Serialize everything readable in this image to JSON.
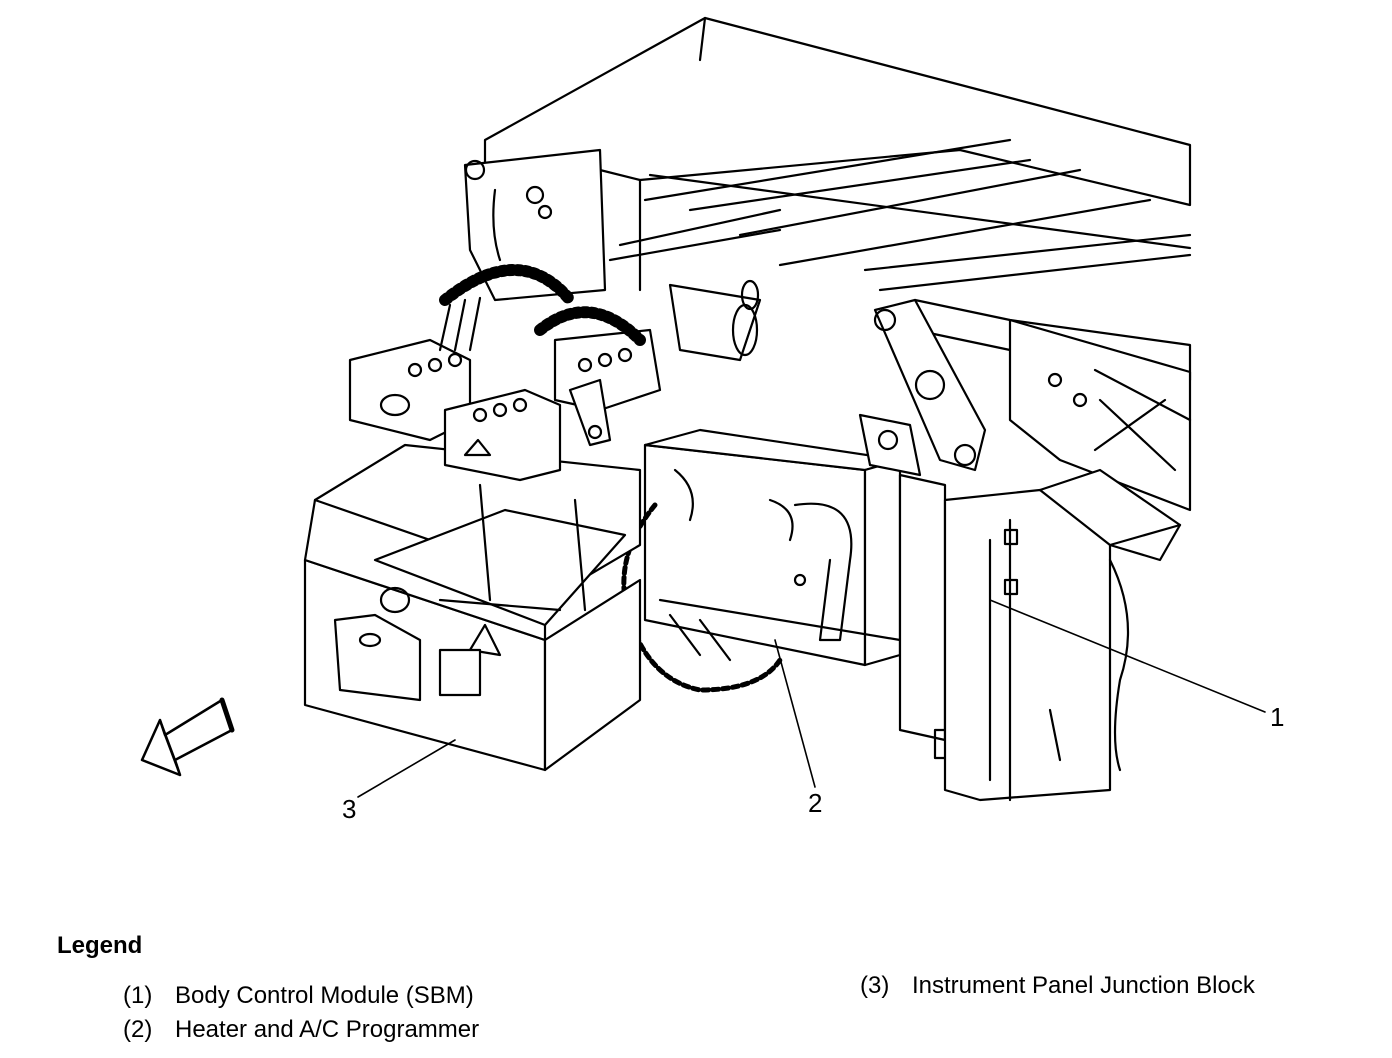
{
  "callouts": {
    "c1": "1",
    "c2": "2",
    "c3": "3"
  },
  "legend": {
    "title": "Legend",
    "items": [
      {
        "num": "(1)",
        "label": "Body Control Module (SBM)"
      },
      {
        "num": "(2)",
        "label": "Heater and A/C Programmer"
      },
      {
        "num": "(3)",
        "label": "Instrument Panel Junction Block"
      }
    ]
  },
  "icons": {
    "direction": "forward-arrow-icon"
  },
  "colors": {
    "ink": "#000000",
    "paper": "#ffffff"
  }
}
